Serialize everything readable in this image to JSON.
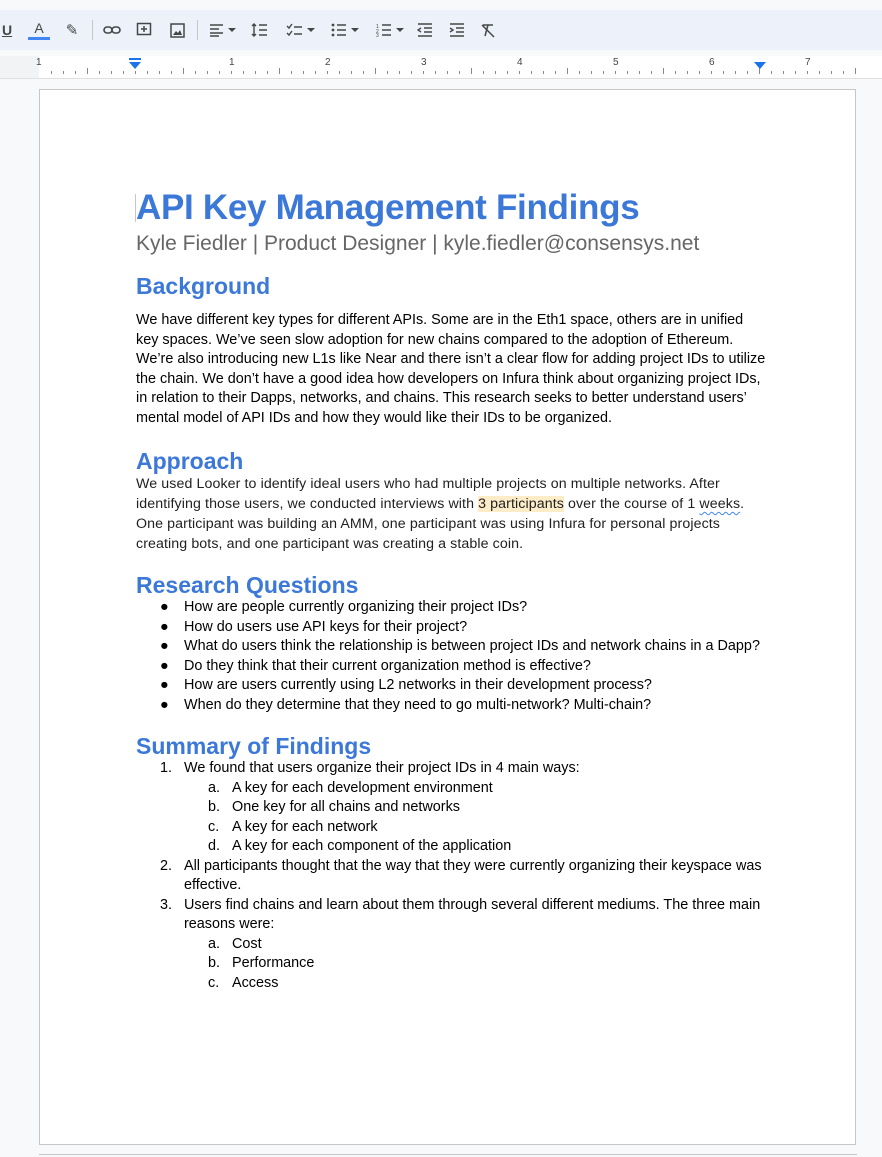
{
  "toolbar": {
    "items": [
      {
        "name": "underline-button",
        "glyph": "U"
      },
      {
        "name": "text-color-button",
        "glyph": "A"
      },
      {
        "name": "highlight-button",
        "glyph": "✎"
      },
      {
        "name": "insert-link-button",
        "glyph": "🔗"
      },
      {
        "name": "add-comment-button",
        "glyph": "⊞"
      },
      {
        "name": "insert-image-button",
        "glyph": "▣"
      },
      {
        "name": "align-button",
        "glyph": "≡"
      },
      {
        "name": "line-spacing-button",
        "glyph": "↕"
      },
      {
        "name": "checklist-button",
        "glyph": "☑"
      },
      {
        "name": "bulleted-list-button",
        "glyph": "•"
      },
      {
        "name": "numbered-list-button",
        "glyph": "1"
      },
      {
        "name": "decrease-indent-button",
        "glyph": "⇤"
      },
      {
        "name": "increase-indent-button",
        "glyph": "⇥"
      },
      {
        "name": "clear-formatting-button",
        "glyph": "T"
      }
    ],
    "text_color_accent": "#4285f4"
  },
  "ruler": {
    "numbers": [
      "1",
      "1",
      "2",
      "3",
      "4",
      "5",
      "6",
      "7"
    ],
    "marker_color": "#1a73e8"
  },
  "document": {
    "title": "API Key Management Findings",
    "subtitle": "Kyle Fiedler | Product Designer | kyle.fiedler@consensys.net",
    "background": {
      "heading": "Background",
      "body": "We have different key types for different APIs. Some are in the Eth1 space, others are in unified key spaces. We’ve seen slow adoption for new chains compared to the adoption of Ethereum. We’re also introducing new L1s like Near and there isn’t a clear flow for adding project IDs to utilize the chain. We don’t have a good idea how developers on Infura think about organizing project IDs, in relation to their Dapps, networks, and chains. This research seeks to better understand users’ mental model of API IDs and how they would like their IDs to be organized."
    },
    "approach": {
      "heading": "Approach",
      "body_a": "We used Looker to identify ideal users who had multiple projects on multiple networks. After identifying those users, we conducted interviews with ",
      "highlight": "3 participants",
      "body_b": " over the course of 1 ",
      "squiggle": "weeks",
      "body_c": ". One participant was building an AMM, one participant was using Infura for personal projects creating bots, and one participant was creating a stable coin."
    },
    "research_questions": {
      "heading": "Research Questions",
      "items": [
        "How are people currently organizing their project IDs?",
        "How do users use API keys for their project?",
        "What do users think the relationship is between project IDs and network chains in a Dapp?",
        "Do they think that their current organization method is effective?",
        "How are users currently using L2 networks in their development process?",
        "When do they determine that they need to go multi-network? Multi-chain?"
      ]
    },
    "summary": {
      "heading": "Summary of Findings",
      "items": [
        {
          "marker": "1.",
          "text": "We found that users organize their project IDs in 4 main ways:",
          "sub": [
            {
              "marker": "a.",
              "text": "A key for each development environment"
            },
            {
              "marker": "b.",
              "text": "One key for all chains and networks"
            },
            {
              "marker": "c.",
              "text": "A key for each network"
            },
            {
              "marker": "d.",
              "text": "A key for each component of the application"
            }
          ]
        },
        {
          "marker": "2.",
          "text": "All participants thought that the way that they were currently organizing their keyspace was effective.",
          "sub": []
        },
        {
          "marker": "3.",
          "text": "Users find chains and learn about them through several different mediums. The three main reasons were:",
          "sub": [
            {
              "marker": "a.",
              "text": "Cost"
            },
            {
              "marker": "b.",
              "text": "Performance"
            },
            {
              "marker": "c.",
              "text": "Access"
            }
          ]
        }
      ]
    }
  },
  "colors": {
    "heading": "#3c78d8",
    "subtitle": "#666666",
    "highlight": "#fdecc8",
    "toolbar_bg": "#edf2fa"
  }
}
